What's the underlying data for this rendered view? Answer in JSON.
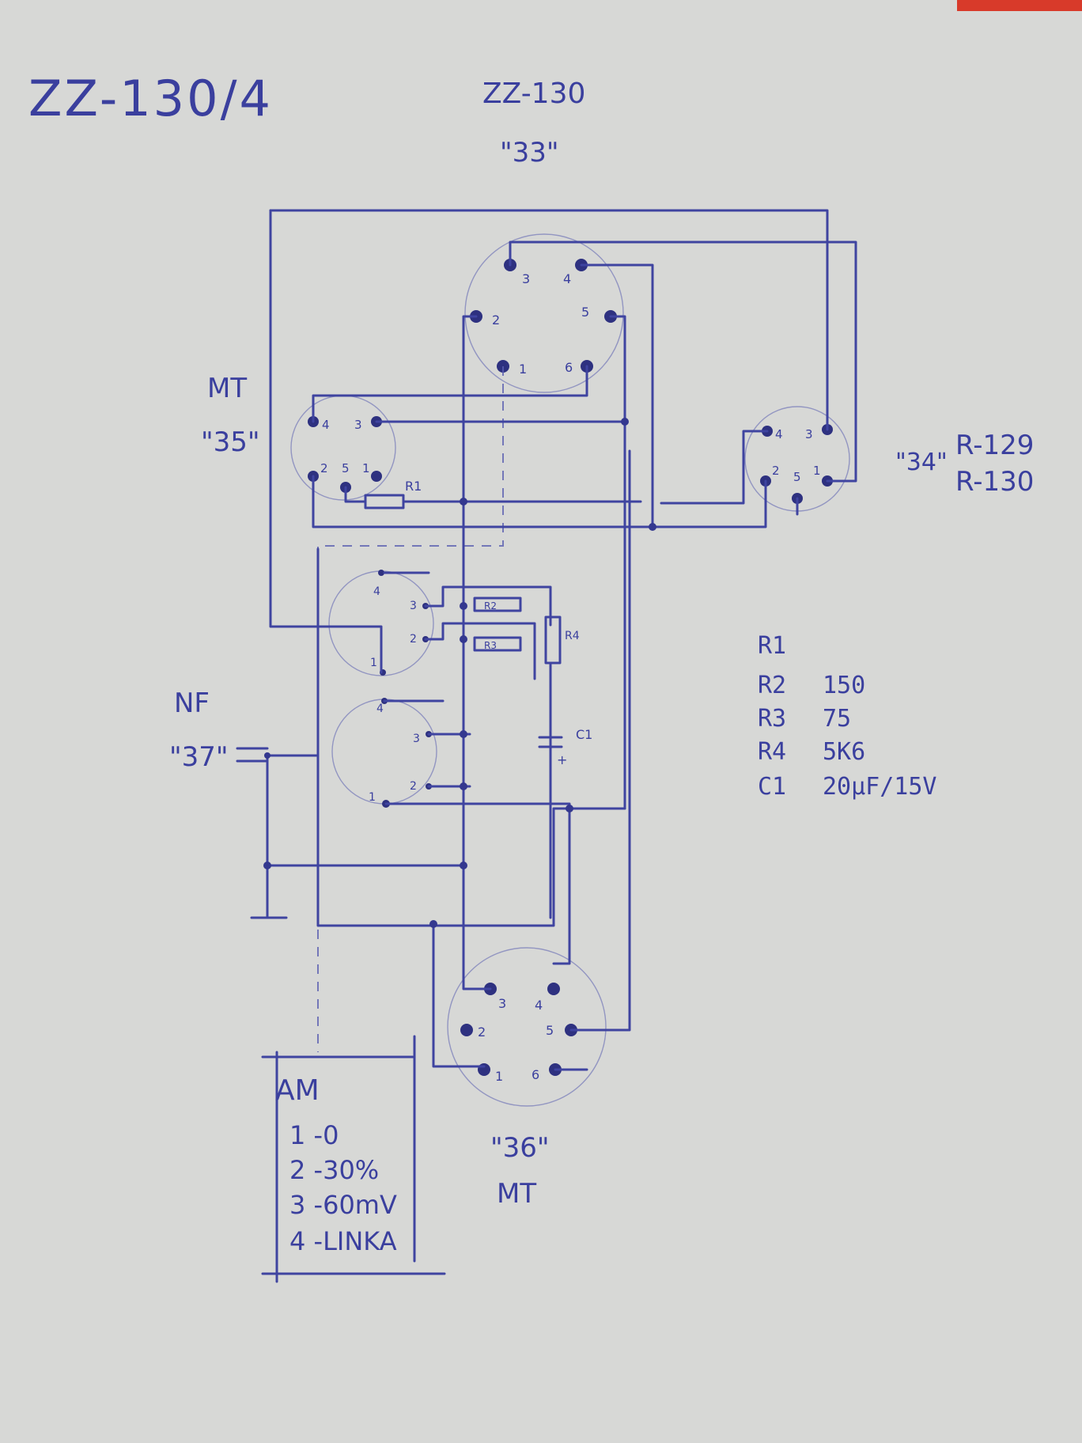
{
  "title": "ZZ-130/4",
  "connectors": {
    "c33": {
      "name": "ZZ-130",
      "code": "\"33\"",
      "pins": [
        "1",
        "2",
        "3",
        "4",
        "5",
        "6"
      ]
    },
    "c35": {
      "name": "MT",
      "code": "\"35\"",
      "pins": [
        "1",
        "2",
        "3",
        "4",
        "5"
      ]
    },
    "c34": {
      "code": "\"34\"",
      "names": [
        "R-129",
        "R-130"
      ],
      "pins": [
        "1",
        "2",
        "3",
        "4",
        "5"
      ]
    },
    "c37": {
      "name": "NF",
      "code": "\"37\""
    },
    "c36": {
      "code": "\"36\"",
      "name": "MT",
      "pins": [
        "1",
        "2",
        "3",
        "4",
        "5",
        "6"
      ]
    }
  },
  "switch_pins": {
    "upper": [
      "1",
      "2",
      "3",
      "4"
    ],
    "lower": [
      "1",
      "2",
      "3",
      "4"
    ]
  },
  "component_labels": {
    "r1": "R1",
    "r2": "R2",
    "r3": "R3",
    "r4": "R4",
    "c1": "C1",
    "c1_polarity": "+"
  },
  "parts_list": [
    {
      "ref": "R1",
      "value": ""
    },
    {
      "ref": "R2",
      "value": "150"
    },
    {
      "ref": "R3",
      "value": "75"
    },
    {
      "ref": "R4",
      "value": "5K6"
    },
    {
      "ref": "C1",
      "value": "20μF/15V"
    }
  ],
  "mode_table": {
    "header": "AM",
    "rows": [
      "1 -0",
      "2 -30%",
      "3 -60mV",
      "4 -LINKA"
    ]
  },
  "colors": {
    "ink": "#3f44a0",
    "paper": "#d7d8d6",
    "accent": "#d83a2a"
  }
}
